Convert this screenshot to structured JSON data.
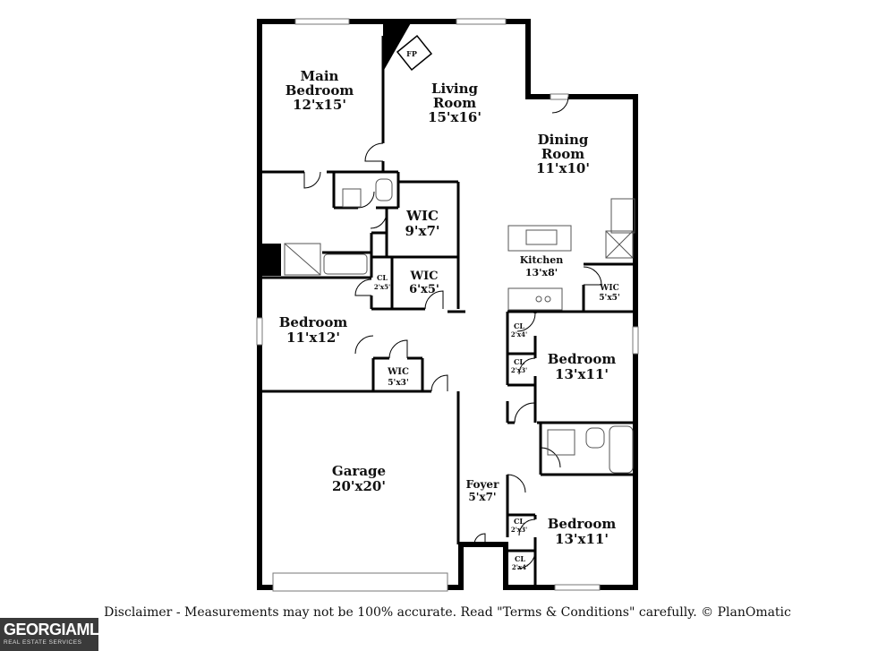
{
  "rooms": {
    "main_bedroom": {
      "name_1": "Main",
      "name_2": "Bedroom",
      "dims": "12'x15'"
    },
    "living_room": {
      "name_1": "Living",
      "name_2": "Room",
      "dims": "15'x16'"
    },
    "fireplace": {
      "label": "FP"
    },
    "dining_room": {
      "name_1": "Dining",
      "name_2": "Room",
      "dims": "11'x10'"
    },
    "wic_large": {
      "name": "WIC",
      "dims": "9'x7'"
    },
    "wic_mid": {
      "name": "WIC",
      "dims": "6'x5'"
    },
    "cl_hall": {
      "name": "CL",
      "dims": "2'x5'"
    },
    "kitchen": {
      "name": "Kitchen",
      "dims": "13'x8'"
    },
    "wic_kitchen": {
      "name": "WIC",
      "dims": "5'x5'"
    },
    "bedroom_left": {
      "name": "Bedroom",
      "dims": "11'x12'"
    },
    "wic_small": {
      "name": "WIC",
      "dims": "5'x3'"
    },
    "cl_a": {
      "name": "CL",
      "dims": "2'x4'"
    },
    "cl_b": {
      "name": "CL",
      "dims": "2'x3'"
    },
    "bedroom_right_top": {
      "name": "Bedroom",
      "dims": "13'x11'"
    },
    "garage": {
      "name": "Garage",
      "dims": "20'x20'"
    },
    "foyer": {
      "name": "Foyer",
      "dims": "5'x7'"
    },
    "cl_c": {
      "name": "CL",
      "dims": "2'x3'"
    },
    "cl_d": {
      "name": "CL",
      "dims": "2'x4'"
    },
    "bedroom_right_bottom": {
      "name": "Bedroom",
      "dims": "13'x11'"
    }
  },
  "disclaimer": "Disclaimer - Measurements may not be 100% accurate. Read \"Terms & Conditions\" carefully. © PlanOmatic",
  "logo": {
    "main": "GEORGIAMLS",
    "sub": "REAL ESTATE SERVICES"
  },
  "colors": {
    "wall": "#000000",
    "fixture": "#555555",
    "background": "#ffffff",
    "logo_bg": "#3a3a3a"
  }
}
